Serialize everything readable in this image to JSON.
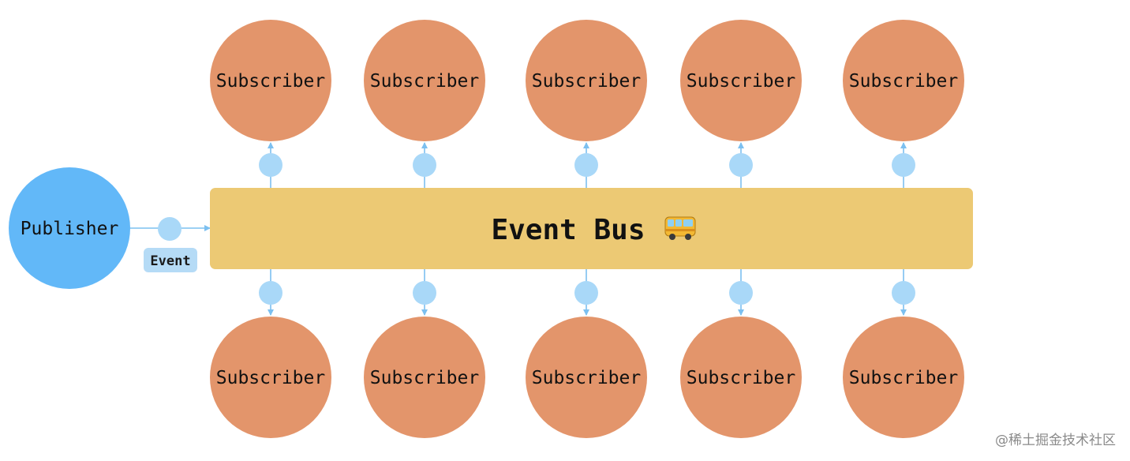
{
  "publisher": {
    "label": "Publisher"
  },
  "event_tag": {
    "label": "Event"
  },
  "bus": {
    "title": "Event Bus",
    "icon": "bus-icon"
  },
  "subscribers": {
    "top": [
      "Subscriber",
      "Subscriber",
      "Subscriber",
      "Subscriber",
      "Subscriber"
    ],
    "bottom": [
      "Subscriber",
      "Subscriber",
      "Subscriber",
      "Subscriber",
      "Subscriber"
    ]
  },
  "watermark": "@稀土掘金技术社区",
  "colors": {
    "publisher": "#62b8f8",
    "subscriber": "#e3956b",
    "bus": "#ecc974",
    "connector": "#7cc0f0",
    "event_dot": "#a9d8f8",
    "event_tag_bg": "#b5dbf6"
  }
}
